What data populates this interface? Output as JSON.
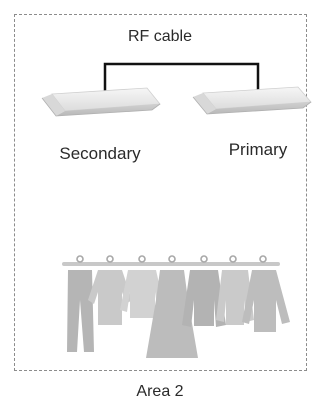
{
  "cable_label": "RF cable",
  "devices": [
    {
      "label": "Secondary"
    },
    {
      "label": "Primary"
    }
  ],
  "area_label": "Area 2",
  "colors": {
    "border": "#8c8c8c",
    "cable": "#111111",
    "device": "#e9e9e9",
    "clothes": "#bdbdbd"
  },
  "icons": [
    "ceiling-device-icon",
    "clothing-rack-icon"
  ]
}
